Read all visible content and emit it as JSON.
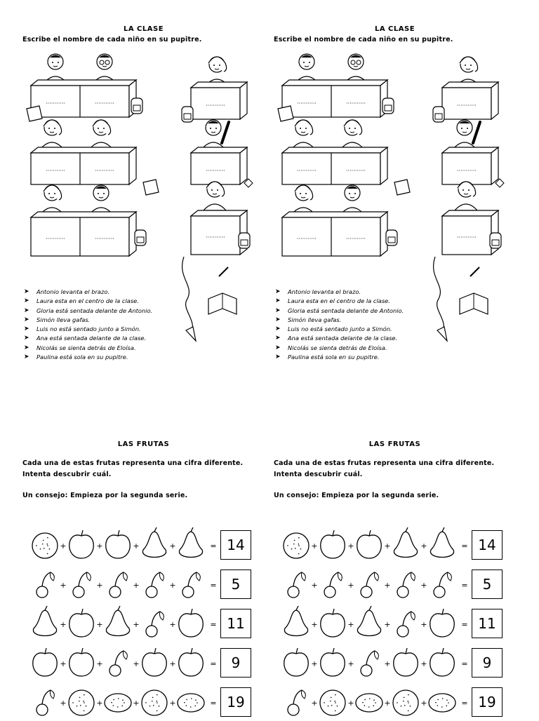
{
  "top": {
    "title": "LA CLASE",
    "instruction": "Escribe el nombre de cada niño en su pupitre.",
    "desk_blank": "...........",
    "clues": [
      "Antonio levanta el brazo.",
      "Laura esta en el centro de la clase.",
      "Gloria  está sentada delante de Antonio.",
      "Simón lleva gafas.",
      "Luis no está sentado junto a Simón.",
      "Ana está sentada delante de la clase.",
      "Nicolás se sienta detrás de Eloísa.",
      "Paulina está sola en su pupitre."
    ]
  },
  "bottom": {
    "title": "LAS FRUTAS",
    "instruction_line1": "Cada una de estas frutas representa una cifra diferente.",
    "instruction_line2": "Intenta descubrir cuál.",
    "tip": "Un consejo: Empieza por la segunda serie.",
    "equations": [
      {
        "fruits": [
          "orange",
          "apple",
          "apple",
          "pear",
          "pear"
        ],
        "result": "14"
      },
      {
        "fruits": [
          "cherry",
          "cherry",
          "cherry",
          "cherry",
          "cherry"
        ],
        "result": "5"
      },
      {
        "fruits": [
          "pear",
          "apple",
          "pear",
          "cherry",
          "apple"
        ],
        "result": "11"
      },
      {
        "fruits": [
          "apple",
          "apple",
          "cherry",
          "apple",
          "apple"
        ],
        "result": "9"
      },
      {
        "fruits": [
          "cherry",
          "orange",
          "lemon",
          "orange",
          "lemon"
        ],
        "result": "19"
      }
    ]
  }
}
